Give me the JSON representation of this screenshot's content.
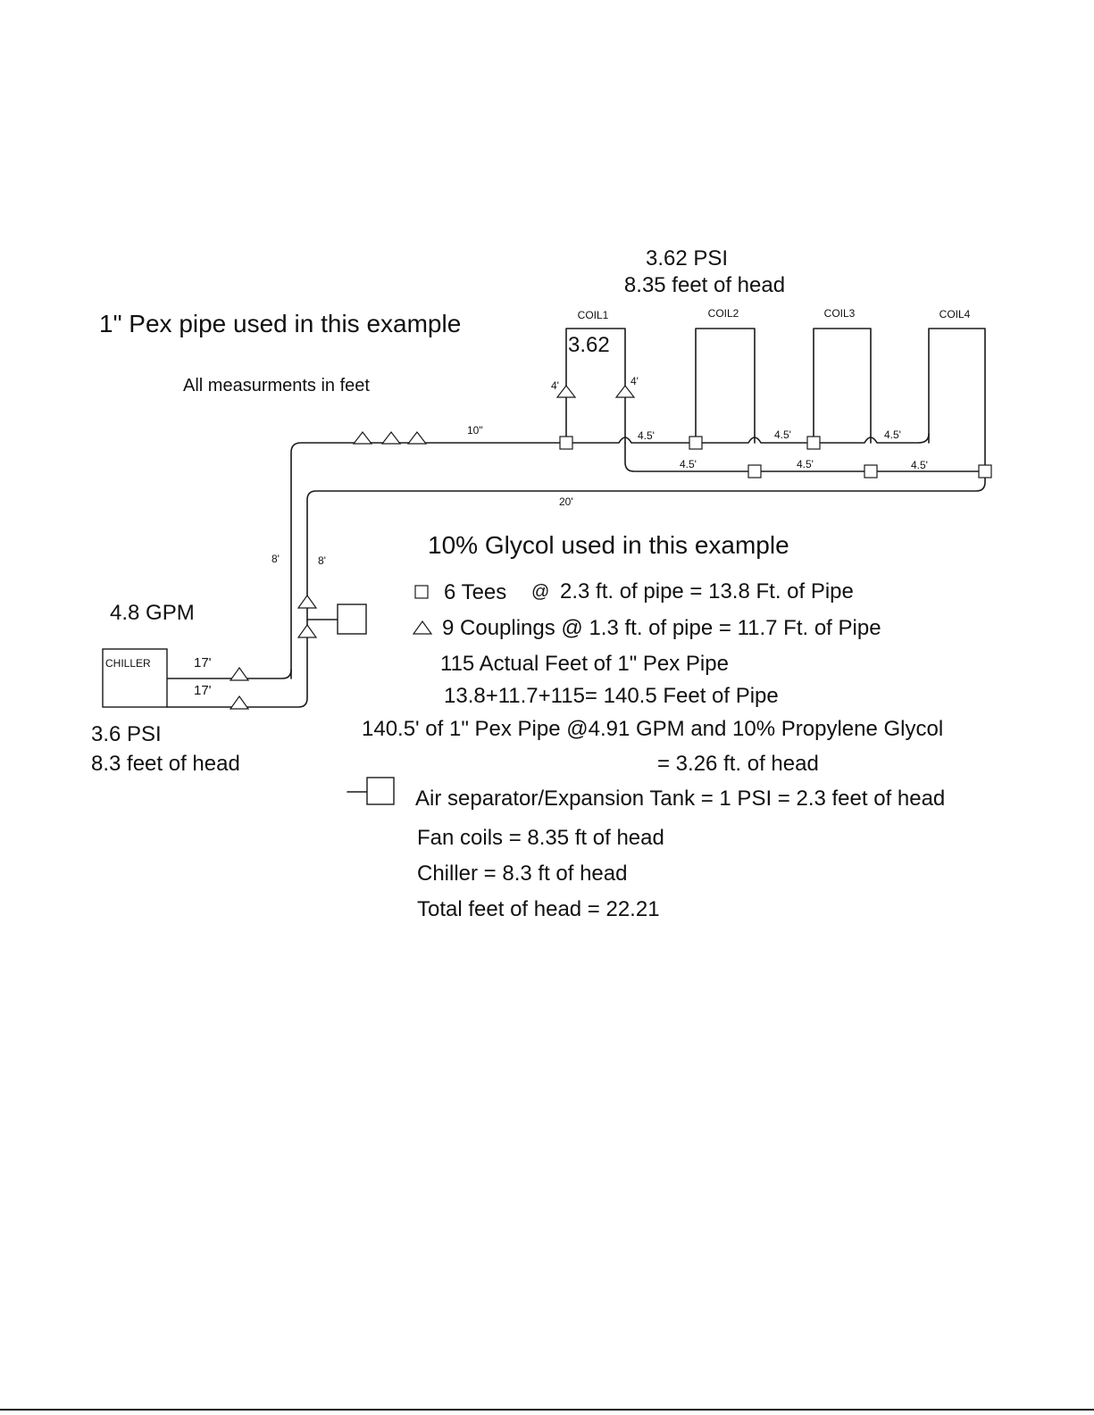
{
  "pressure_coils": {
    "psi": "3.62 PSI",
    "head": "8.35 feet of head"
  },
  "note_pipe": "1\" Pex pipe used in this example",
  "note_units": "All measurments in feet",
  "coils": [
    {
      "label": "COIL1",
      "value": "3.62"
    },
    {
      "label": "COIL2"
    },
    {
      "label": "COIL3"
    },
    {
      "label": "COIL4"
    }
  ],
  "lengths": {
    "coil1_riser_left": "4'",
    "coil1_riser_right": "4'",
    "supply_main": "10\"",
    "supply_seg_1": "4.5'",
    "supply_seg_2": "4.5'",
    "supply_seg_3": "4.5'",
    "return_seg_1": "4.5'",
    "return_seg_2": "4.5'",
    "return_seg_3": "4.5'",
    "return_main": "20'",
    "riser_left": "8'",
    "riser_right": "8'",
    "chiller_supply": "17'",
    "chiller_return": "17'"
  },
  "flow": "4.8 GPM",
  "chiller": {
    "label": "CHILLER",
    "psi": "3.6 PSI",
    "head": "8.3 feet of head"
  },
  "calc": {
    "glycol": "10% Glycol used in this example",
    "tees_count": "6 Tees",
    "tees_at": "@",
    "tees_result": "2.3 ft. of pipe = 13.8 Ft. of Pipe",
    "couplings": "9 Couplings @ 1.3 ft. of pipe = 11.7 Ft. of Pipe",
    "actual": "115 Actual Feet of 1\" Pex Pipe",
    "sum": "13.8+11.7+115= 140.5 Feet of Pipe",
    "line1": "140.5' of 1\" Pex Pipe @4.91 GPM and 10% Propylene Glycol",
    "line2": "= 3.26 ft. of head",
    "air_sep": "Air separator/Expansion Tank = 1 PSI = 2.3 feet of head",
    "fan_coils": "Fan coils = 8.35 ft of head",
    "chiller_head": "Chiller = 8.3 ft of head",
    "total": "Total feet of head = 22.21"
  }
}
